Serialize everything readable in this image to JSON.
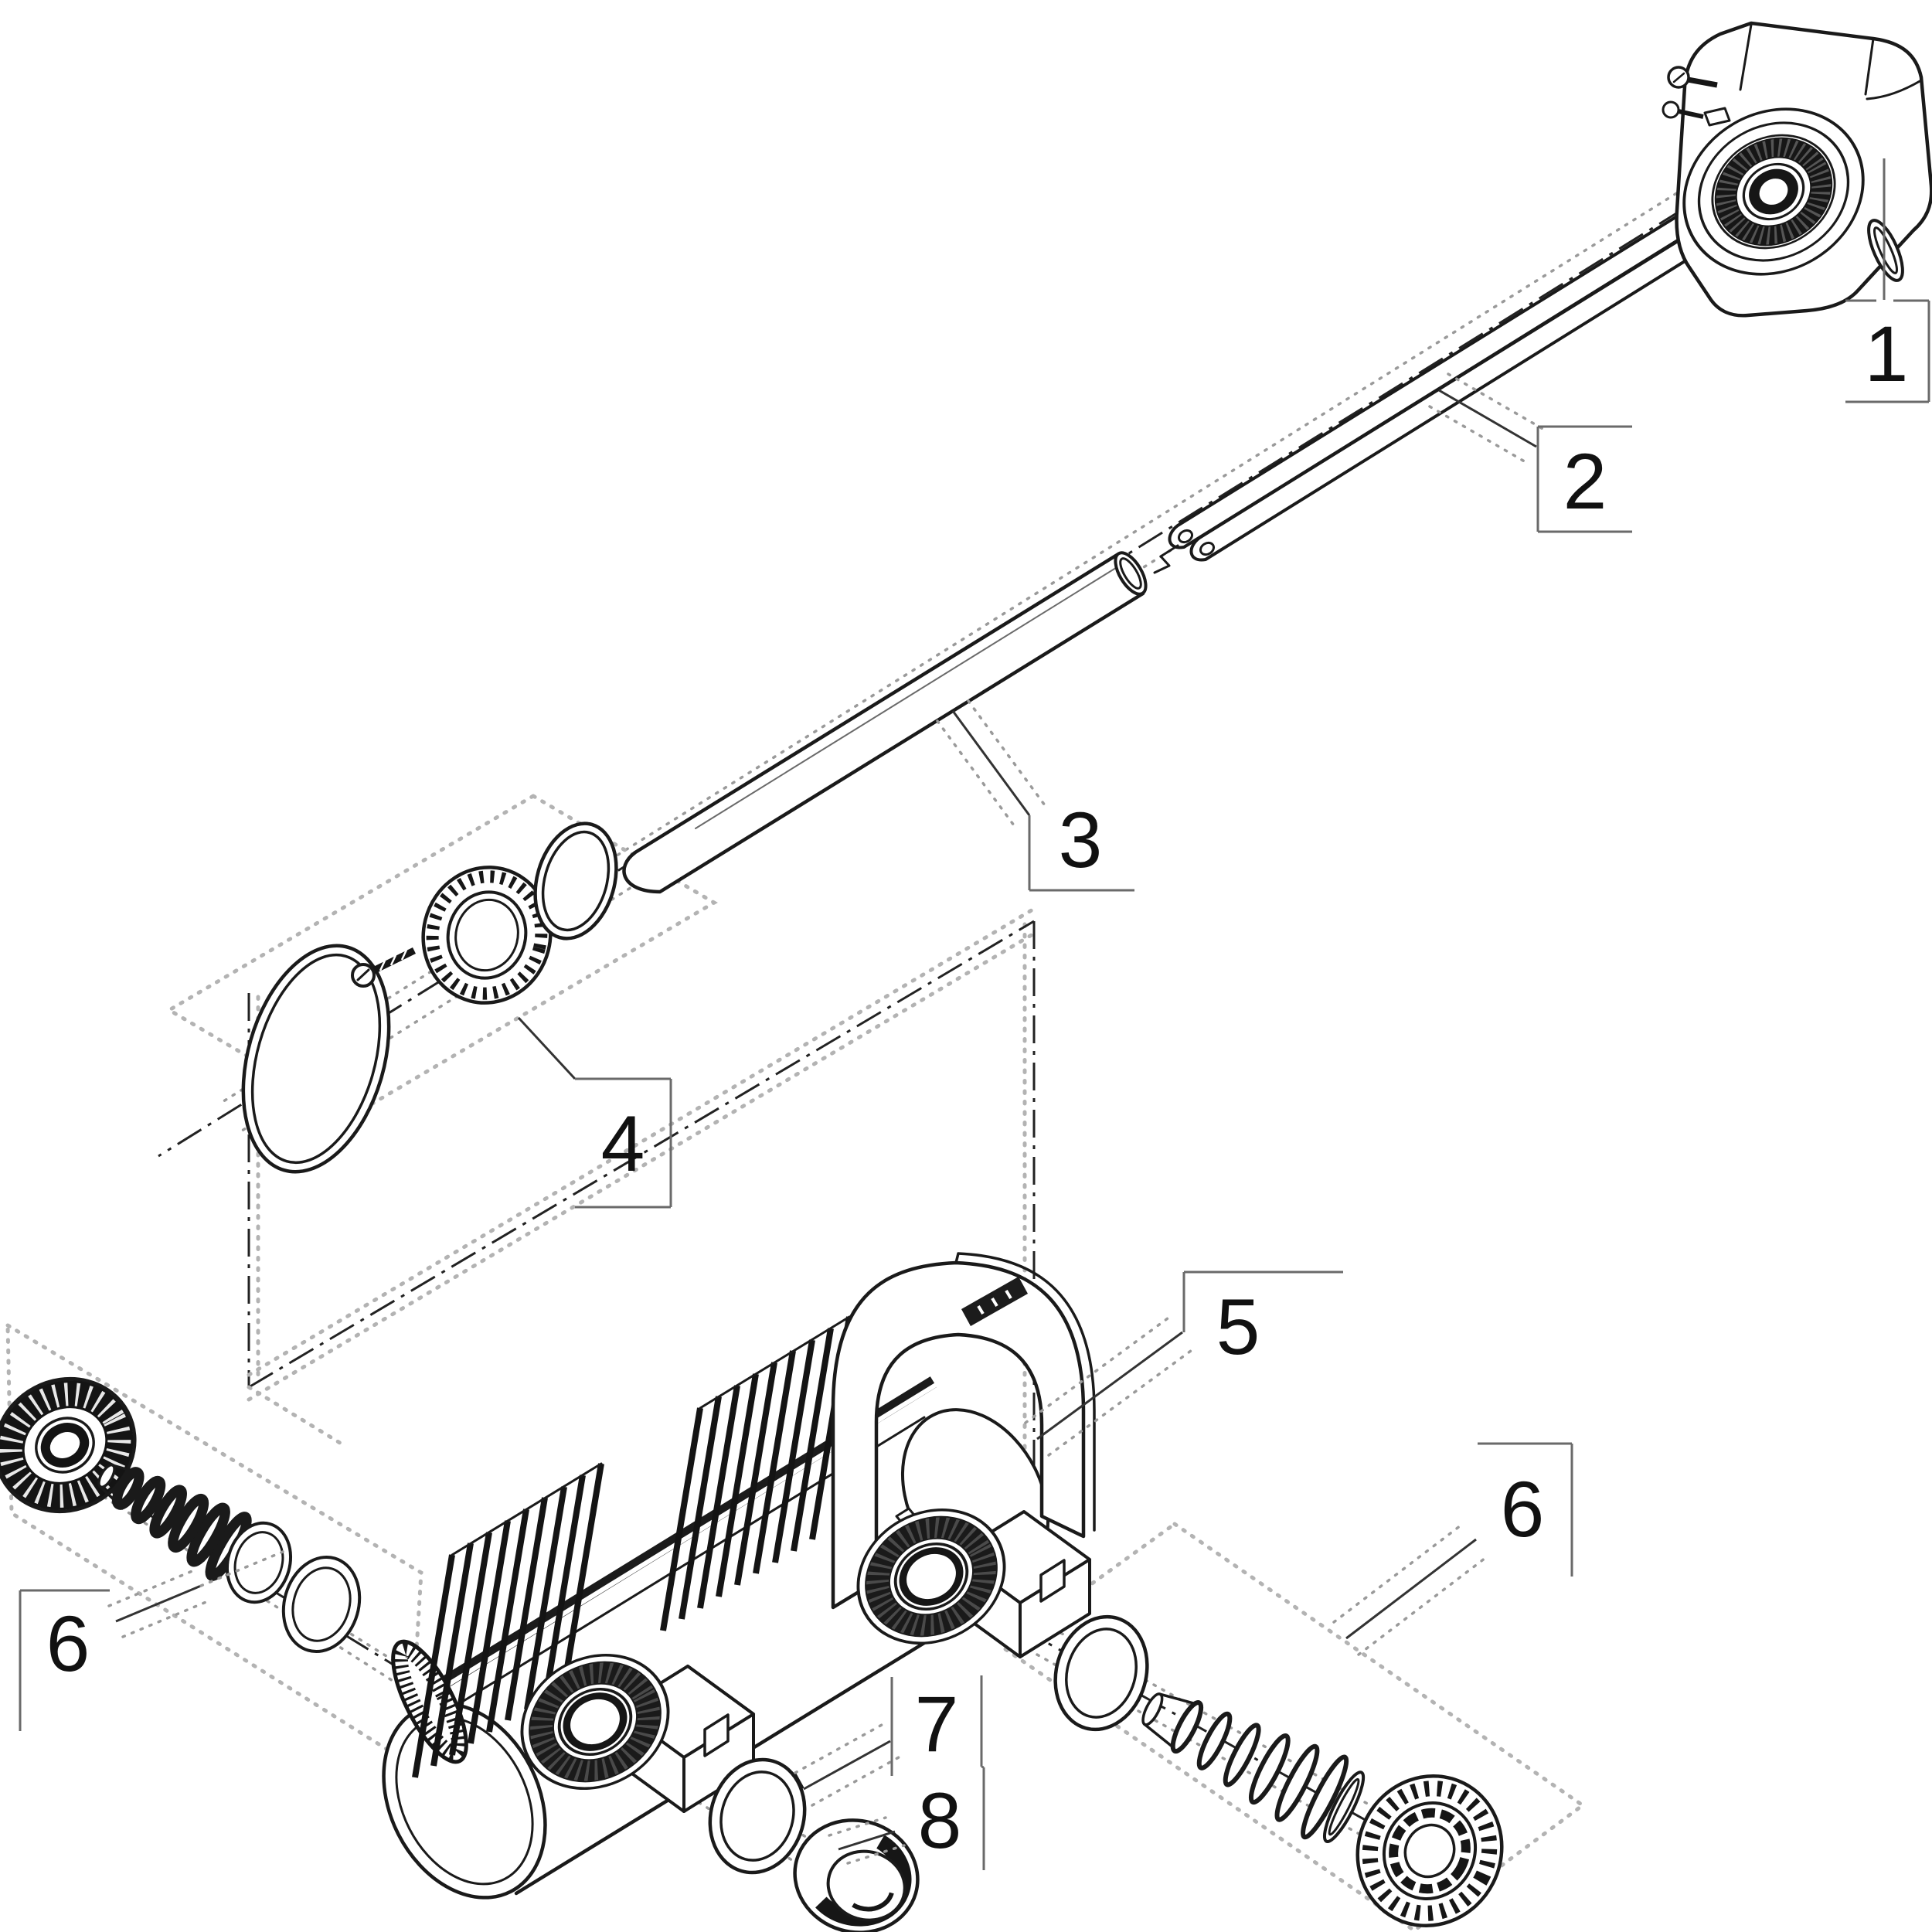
{
  "figure": {
    "background": "#ffffff",
    "ink_color": "#1a1a1a",
    "construction_color": "#b3b3b3",
    "callout_color": "#111111",
    "callouts": [
      {
        "number": "1"
      },
      {
        "number": "2"
      },
      {
        "number": "3"
      },
      {
        "number": "4"
      },
      {
        "number": "5"
      },
      {
        "number": "6"
      },
      {
        "number": "6"
      },
      {
        "number": "7"
      },
      {
        "number": "8"
      }
    ]
  }
}
